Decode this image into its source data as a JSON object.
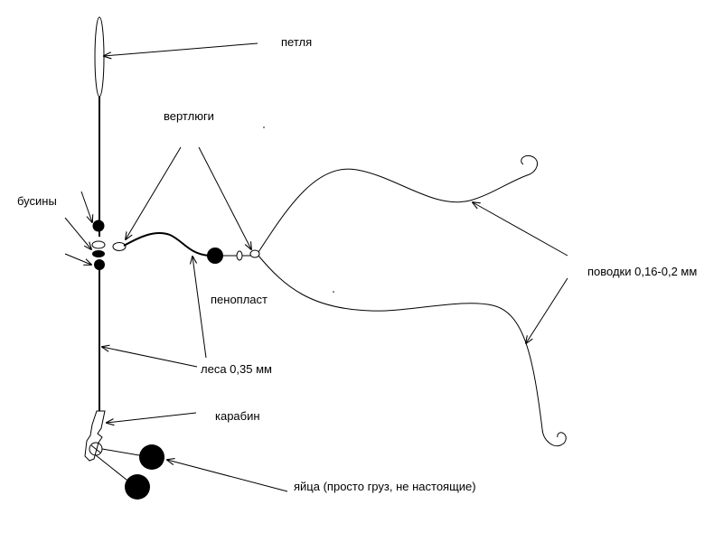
{
  "labels": {
    "loop": "петля",
    "swivels": "вертлюги",
    "beads": "бусины",
    "foam": "пенопласт",
    "line": "леса 0,35 мм",
    "leaders": "поводки 0,16-0,2 мм",
    "carabiner": "карабин",
    "eggs": "яйца (просто груз, не настоящие)"
  },
  "colors": {
    "ink": "#000000",
    "background": "#ffffff"
  }
}
